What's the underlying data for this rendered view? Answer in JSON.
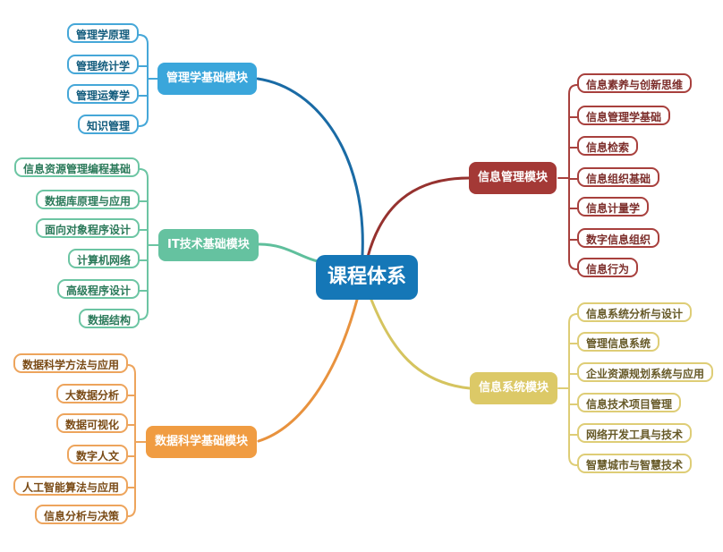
{
  "central": {
    "label": "课程体系",
    "bg_color": "#1577b7"
  },
  "branches": [
    {
      "id": "mgmt",
      "label": "管理学基础模块",
      "node_color": "#3aa6db",
      "line_color": "#1a6ba5",
      "children": [
        "管理学原理",
        "管理统计学",
        "管理运筹学",
        "知识管理"
      ]
    },
    {
      "id": "it",
      "label": "IT技术基础模块",
      "node_color": "#65c2a0",
      "line_color": "#5fbf9c",
      "children": [
        "信息资源管理编程基础",
        "数据库原理与应用",
        "面向对象程序设计",
        "计算机网络",
        "高级程序设计",
        "数据结构"
      ]
    },
    {
      "id": "ds",
      "label": "数据科学基础模块",
      "node_color": "#f09c42",
      "line_color": "#e8923e",
      "children": [
        "数据科学方法与应用",
        "大数据分析",
        "数据可视化",
        "数字人文",
        "人工智能算法与应用",
        "信息分析与决策"
      ]
    },
    {
      "id": "im",
      "label": "信息管理模块",
      "node_color": "#a43936",
      "line_color": "#96322f",
      "children": [
        "信息素养与创新思维",
        "信息管理学基础",
        "信息检索",
        "信息组织基础",
        "信息计量学",
        "数字信息组织",
        "信息行为"
      ]
    },
    {
      "id": "is",
      "label": "信息系统模块",
      "node_color": "#dcc967",
      "line_color": "#d5c45f",
      "children": [
        "信息系统分析与设计",
        "管理信息系统",
        "企业资源规划系统与应用",
        "信息技术项目管理",
        "网络开发工具与技术",
        "智慧城市与智慧技术"
      ]
    }
  ]
}
